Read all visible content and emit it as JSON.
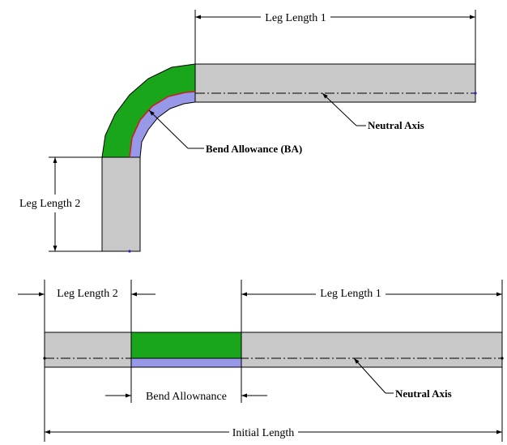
{
  "labels": {
    "leg_length_1": "Leg Length 1",
    "leg_length_2": "Leg Length 2",
    "neutral_axis": "Neutral Axis",
    "bend_allowance_ba": "Bend Allowance (BA)",
    "bend_allownance": "Bend Allownance",
    "initial_length": "Initial Length"
  },
  "colors": {
    "metal_fill": "#c8c8c8",
    "bend_region_fill": "#1aa61a",
    "inner_strip_fill": "#9898e8",
    "neutral_curve": "#cc2222",
    "line": "#000000",
    "node_dot": "#2222cc",
    "background": "#ffffff"
  }
}
